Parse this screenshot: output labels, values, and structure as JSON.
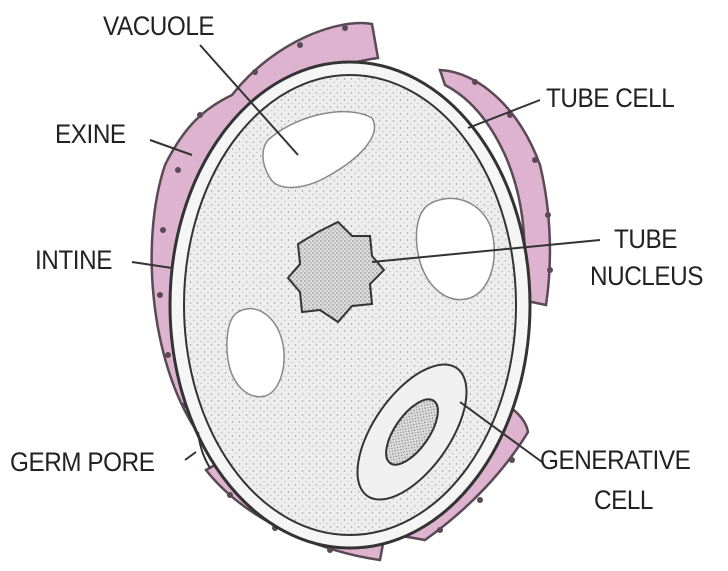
{
  "labels": {
    "vacuole": "VACUOLE",
    "exine": "EXINE",
    "intine": "INTINE",
    "germ_pore": "GERM PORE",
    "tube_cell": "TUBE CELL",
    "tube_nucleus_line1": "TUBE",
    "tube_nucleus_line2": "NUCLEUS",
    "generative_line1": "GENERATIVE",
    "generative_line2": "CELL"
  },
  "colors": {
    "exine": "#ddb3d0",
    "exine_edge": "#5a4a55",
    "cytoplasm": "#ecebec",
    "vacuole": "#ffffff",
    "outline": "#333333",
    "text": "#222222"
  }
}
